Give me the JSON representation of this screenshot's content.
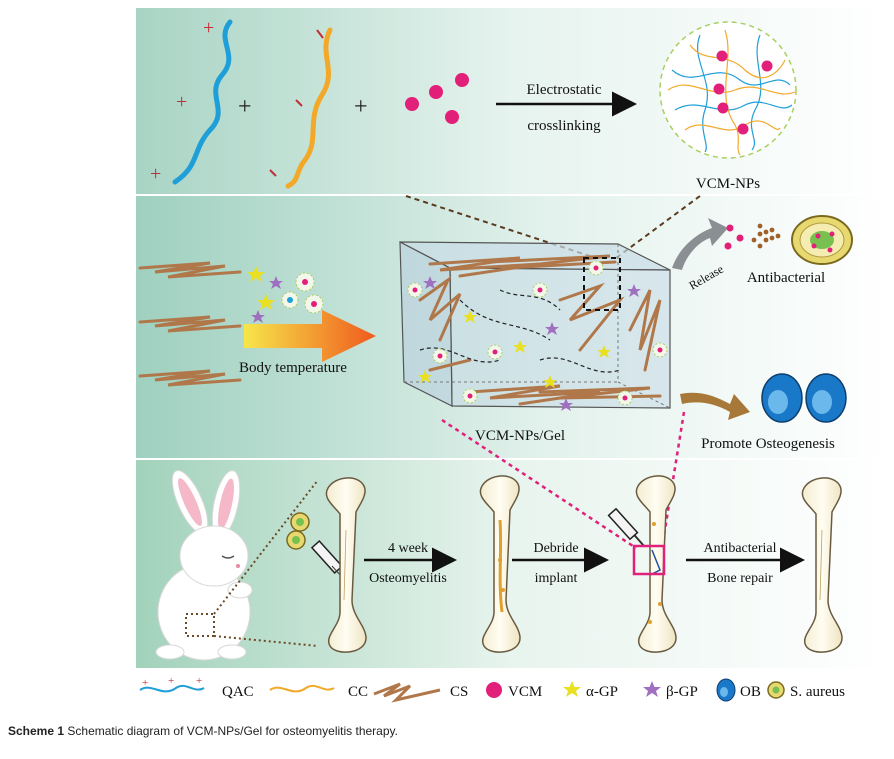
{
  "panel1": {
    "arrow_label_line1": "Electrostatic",
    "arrow_label_line2": "crosslinking",
    "plus_sign": "+",
    "product_label": "VCM-NPs"
  },
  "panel2": {
    "heat_label": "Body temperature",
    "gel_label": "VCM-NPs/Gel",
    "release_label": "Release",
    "antibacterial_label": "Antibacterial",
    "osteogenesis_label": "Promote Osteogenesis"
  },
  "panel3": {
    "step1_line1": "4 week",
    "step1_line2": "Osteomyelitis",
    "step2_line1": "Debride",
    "step2_line2": "implant",
    "step3_line1": "Antibacterial",
    "step3_line2": "Bone repair"
  },
  "legend": {
    "items": [
      "QAC",
      "CC",
      "CS",
      "VCM",
      "α-GP",
      "β-GP",
      "OB",
      "S. aureus"
    ]
  },
  "caption": {
    "prefix": "Scheme 1",
    "text": "Schematic diagram of VCM-NPs/Gel for osteomyelitis therapy."
  },
  "colors": {
    "qac_blue": "#1f9fd8",
    "cc_orange": "#f2a92a",
    "cs_brown": "#b0784a",
    "vcm_pink": "#e2207a",
    "alpha_gp": "#e8e020",
    "beta_gp": "#a070c0",
    "ob_blue": "#1a78c8",
    "accent_magenta": "#e0207a"
  }
}
